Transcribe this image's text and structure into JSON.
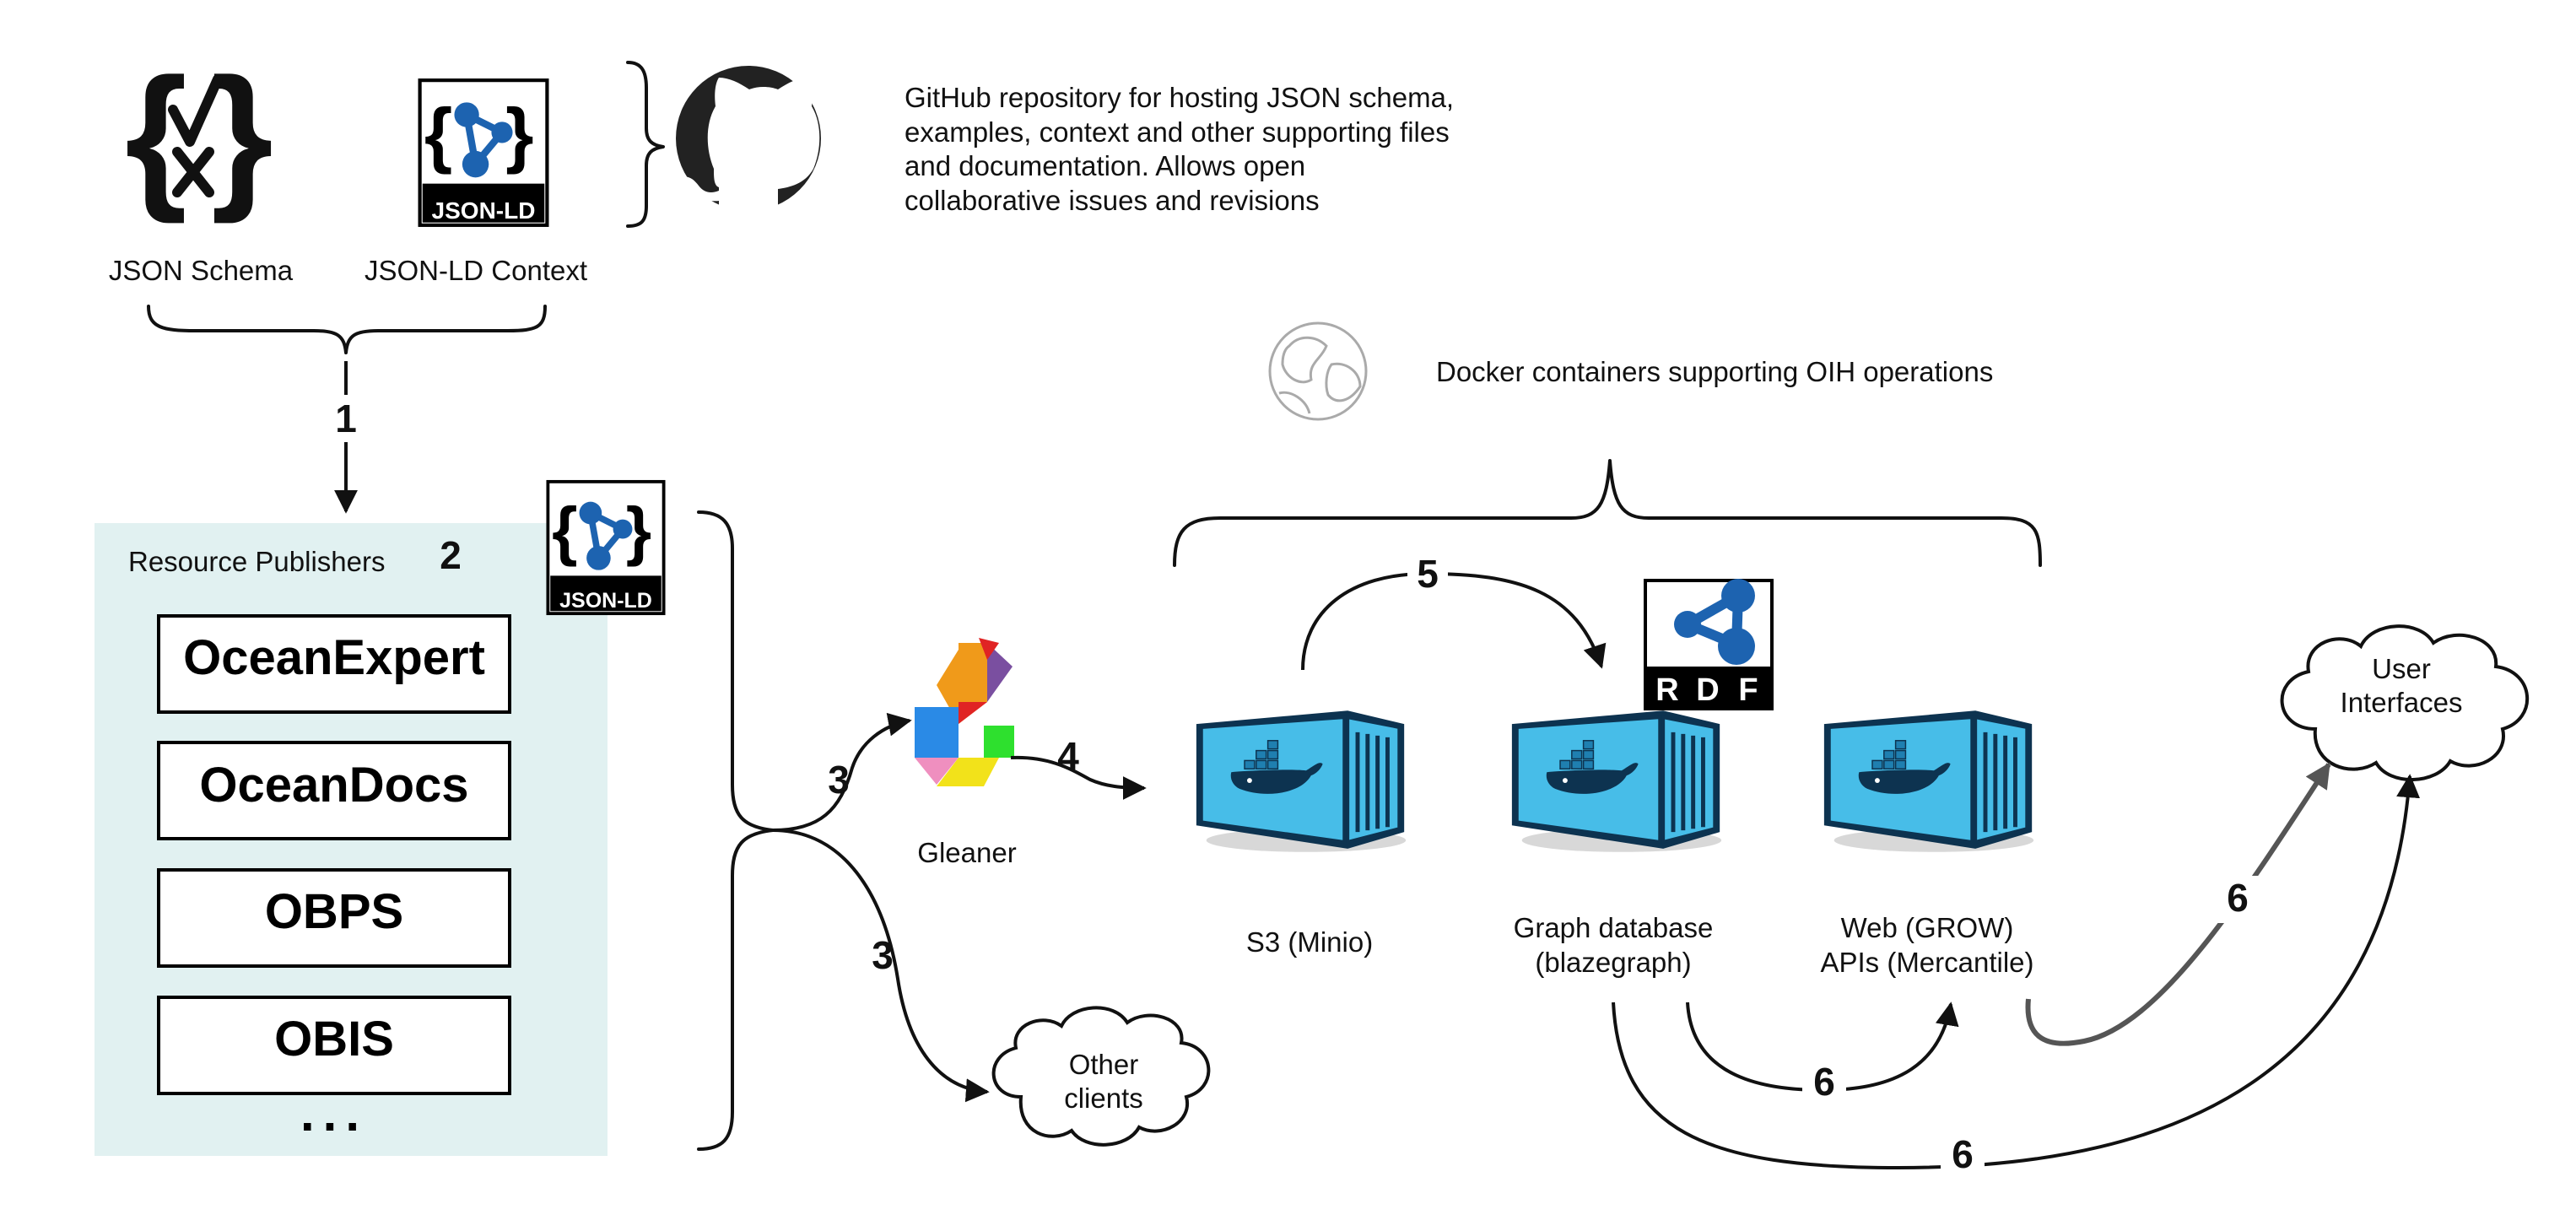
{
  "schema": {
    "json_schema_label": "JSON Schema",
    "json_ld_context_label": "JSON-LD Context",
    "badge_text": "JSON-LD"
  },
  "github": {
    "text_lines": [
      "GitHub repository for hosting JSON schema,",
      "examples, context and other supporting files",
      "and documentation.  Allows open",
      "collaborative issues and revisions"
    ]
  },
  "docker": {
    "text": "Docker containers supporting OIH operations"
  },
  "publishers": {
    "title": "Resource Publishers",
    "step": "2",
    "items": [
      "OceanExpert",
      "OceanDocs",
      "OBPS",
      "OBIS"
    ],
    "more": "..."
  },
  "steps": {
    "s1": "1",
    "s3a": "3",
    "s3b": "3",
    "s4": "4",
    "s5": "5",
    "s6a": "6",
    "s6b": "6",
    "s6c": "6"
  },
  "gleaner": {
    "label": "Gleaner"
  },
  "containers": {
    "s3": "S3 (Minio)",
    "graph_line1": "Graph database",
    "graph_line2": "(blazegraph)",
    "web_line1": "Web (GROW)",
    "web_line2": "APIs (Mercantile)"
  },
  "rdf": {
    "letters": [
      "R",
      "D",
      "F"
    ]
  },
  "clouds": {
    "other_line1": "Other",
    "other_line2": "clients",
    "ui_line1": "User",
    "ui_line2": "Interfaces"
  },
  "colors": {
    "panel_bg": "#e1f1f1",
    "container_blue": "#3fb8e6",
    "container_dark": "#0d3350",
    "rdf_blue": "#1d63b0",
    "arrow_gray": "#555555"
  }
}
